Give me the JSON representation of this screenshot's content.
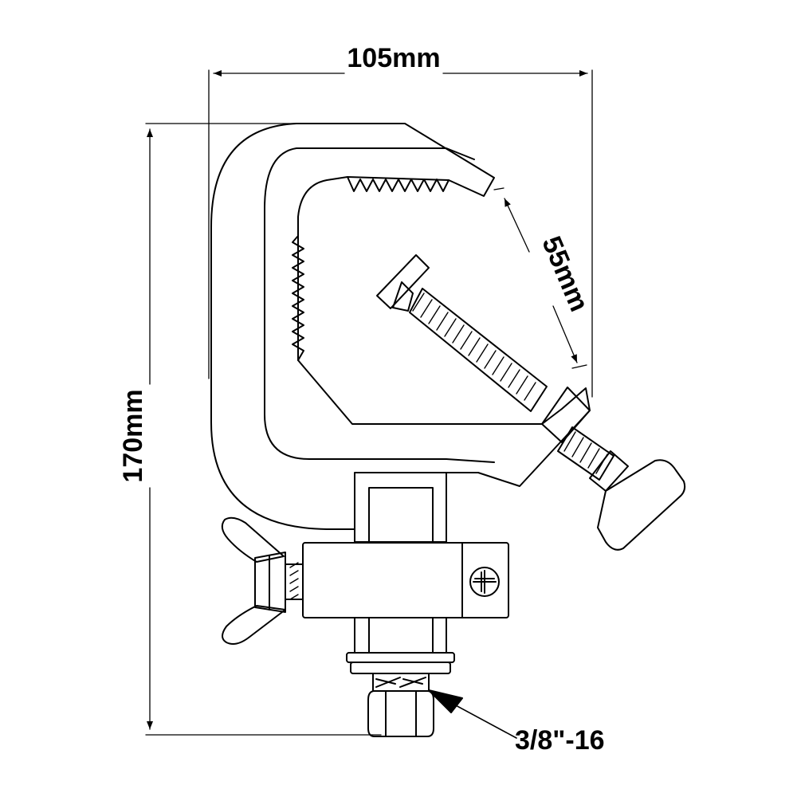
{
  "labels": {
    "width": "105mm",
    "height": "170mm",
    "opening": "55mm",
    "thread": "3/8\"-16"
  },
  "colors": {
    "line": "#000000",
    "background": "#ffffff"
  }
}
